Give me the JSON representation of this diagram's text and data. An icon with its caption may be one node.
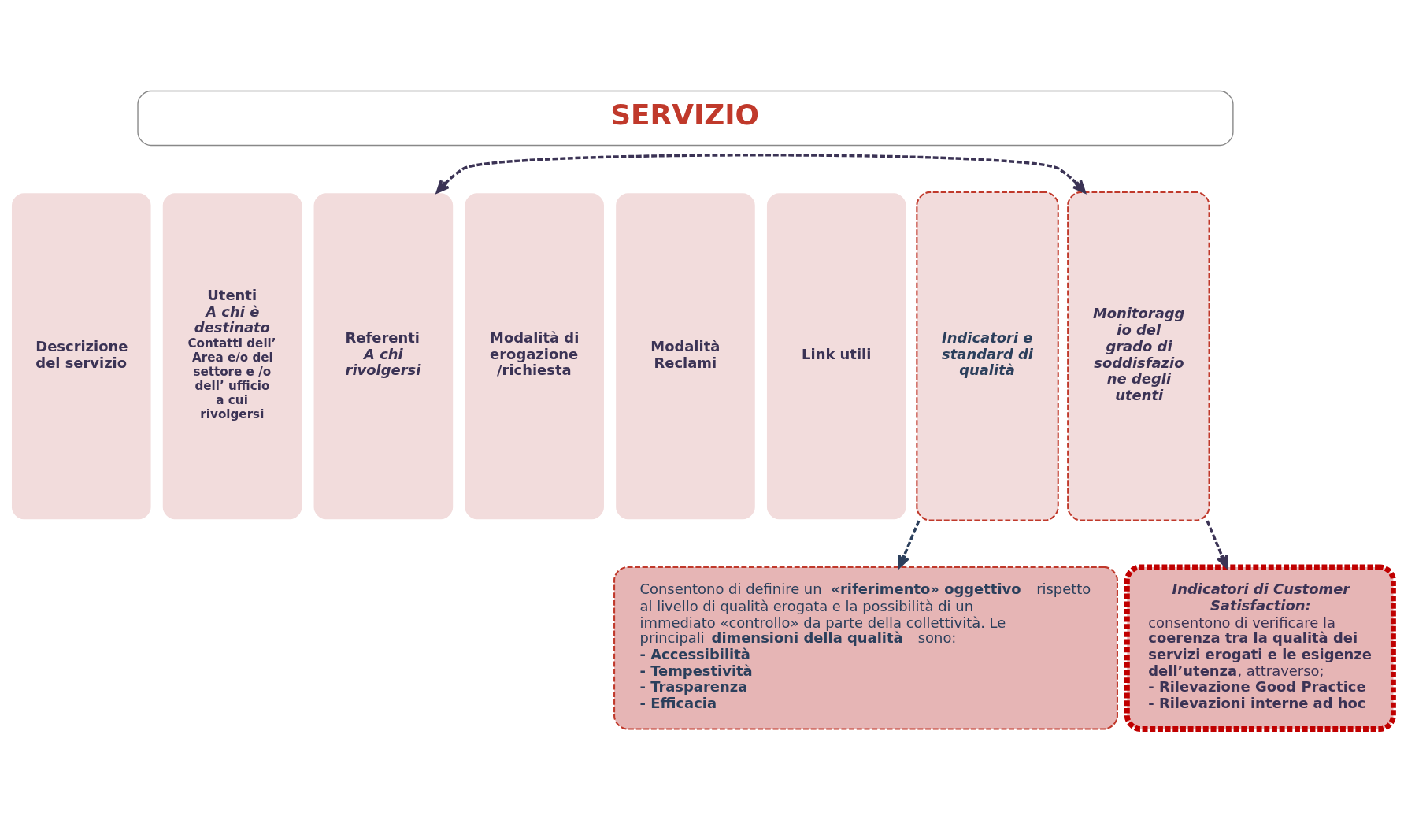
{
  "diagram": {
    "nodes": [
      {
        "text": [
          "SERVIZIO"
        ]
      },
      {
        "text": [
          "Descrizione del servizio"
        ]
      },
      {
        "text": [
          "Utenti",
          "A chi è destinato",
          "Contatti dell’ Area e/o del settore e /o dell’ ufficio a cui rivolgersi"
        ]
      },
      {
        "text": [
          "Referenti",
          "A chi rivolgersi"
        ]
      },
      {
        "text": [
          "Modalità di erogazione /richiesta"
        ]
      },
      {
        "text": [
          "Modalità Reclami"
        ]
      },
      {
        "text": [
          "Link utili"
        ]
      },
      {
        "text": [
          "Indicatori e standard di qualità"
        ]
      },
      {
        "text": [
          "Monitoragg io del grado di soddisfazio ne degli utenti"
        ]
      },
      {
        "text": [
          "Consentono di definire un **«riferimento» oggettivo** rispetto al livello di qualità erogata e la possibilità di un immediato «controllo» da parte della collettività. Le principali **dimensioni della qualità** sono:",
          "- Accessibilità",
          "- Tempestività",
          "- Trasparenza",
          "- Efficacia"
        ]
      },
      {
        "text": [
          "Indicatori di Customer Satisfaction:",
          "consentono di verificare la **coerenza tra la qualità dei servizi erogati e le esigenze dell’utenza**, attraverso;",
          "- Rilevazione Good Practice",
          "- Rilevazioni interne ad hoc"
        ]
      }
    ],
    "edges": [
      {
        "from": 3,
        "to": 8,
        "arrow": "both",
        "style": "dashed"
      },
      {
        "from": 7,
        "to": 9,
        "arrow": "to",
        "style": "dashed",
        "color": "#2b3f5c"
      },
      {
        "from": 8,
        "to": 10,
        "arrow": "to",
        "style": "dashed"
      }
    ]
  }
}
